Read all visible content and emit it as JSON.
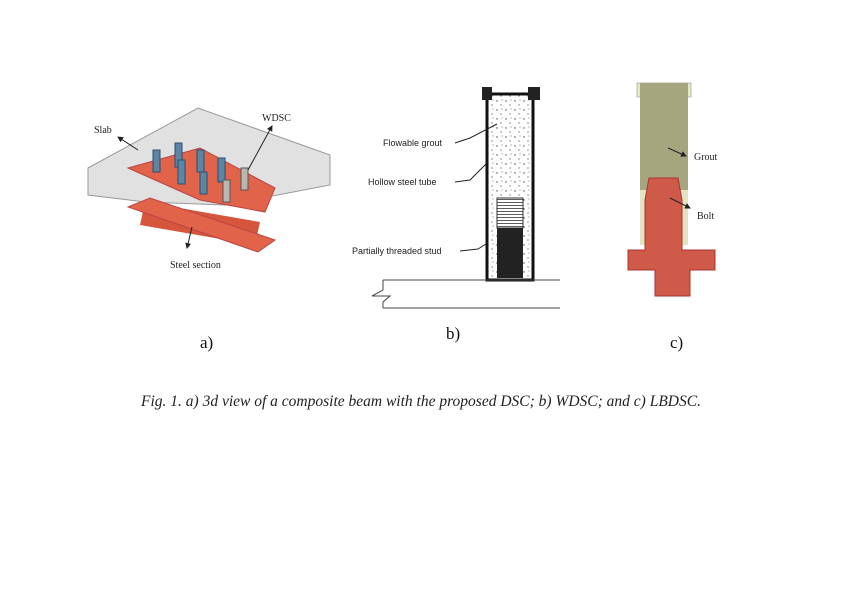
{
  "panel_a": {
    "slab_label": "Slab",
    "wdsc_label": "WDSC",
    "steel_label": "Steel section",
    "sub_label": "a)"
  },
  "panel_b": {
    "grout_label": "Flowable grout",
    "tube_label": "Hollow steel tube",
    "stud_label": "Partially threaded stud",
    "sub_label": "b)"
  },
  "panel_c": {
    "grout_label": "Grout",
    "bolt_label": "Bolt",
    "sub_label": "c)"
  },
  "caption": "Fig. 1. a) 3d view of a composite beam with the proposed DSC; b) WDSC; and c) LBDSC.",
  "colors": {
    "steel": "#e0634a",
    "grout": "#a5a57e",
    "stud": "#5d85a6",
    "slab": "#d9d9d9"
  }
}
